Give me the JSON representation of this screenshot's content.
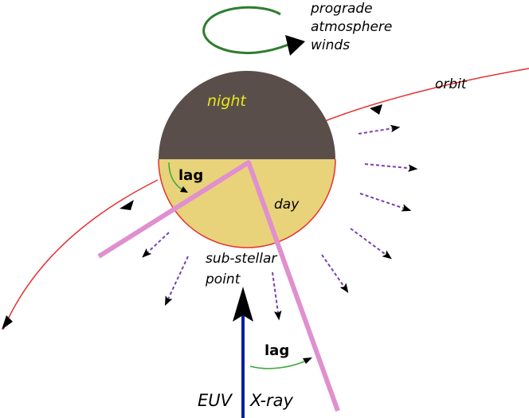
{
  "labels": {
    "winds_line1": "prograde",
    "winds_line2": "atmosphere",
    "winds_line3": "winds",
    "orbit": "orbit",
    "night": "night",
    "day": "day",
    "lag_upper": "lag",
    "lag_lower": "lag",
    "substellar_line1": "sub-stellar",
    "substellar_line2": "point",
    "euv": "EUV",
    "xray": "X-ray"
  },
  "colors": {
    "night": "#5a4e4b",
    "day": "#e8d27a",
    "orbit": "#e53030",
    "winds": "#2f7d2f",
    "lag_arrow": "#3aa83a",
    "outflow": "#7a3fb0",
    "axis": "#e08fcf",
    "incoming": "#0a1f9c",
    "arrowhead": "#000000"
  }
}
